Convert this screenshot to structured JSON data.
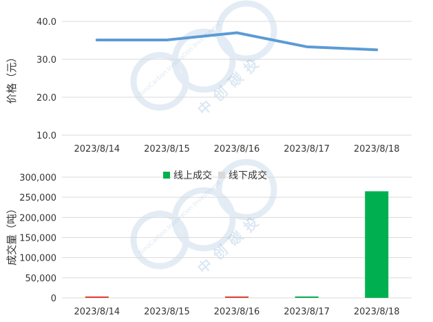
{
  "watermark": {
    "en": "SinoCarbon Innovation Investment",
    "cn": "中创碳投"
  },
  "chart_data": [
    {
      "type": "line",
      "categories": [
        "2023/8/14",
        "2023/8/15",
        "2023/8/16",
        "2023/8/17",
        "2023/8/18"
      ],
      "series": [
        {
          "values": [
            35.1,
            35.1,
            37.0,
            33.3,
            32.5
          ],
          "color": "#5b9bd5"
        }
      ],
      "ylabel": "价格（元）",
      "ylim": [
        10,
        40
      ],
      "yticks": [
        10,
        20,
        30,
        40
      ],
      "ytick_labels": [
        "10.0",
        "20.0",
        "30.0",
        "40.0"
      ],
      "grid": true
    },
    {
      "type": "bar",
      "categories": [
        "2023/8/14",
        "2023/8/15",
        "2023/8/16",
        "2023/8/17",
        "2023/8/18"
      ],
      "series": [
        {
          "name": "线上成交",
          "values": [
            1500,
            0,
            1200,
            1000,
            265000
          ],
          "color": "#00b050"
        },
        {
          "name": "线下成交",
          "values": [
            0,
            0,
            0,
            0,
            0
          ],
          "color": "#d9d9d9"
        }
      ],
      "small_bar_colors": [
        "#e03c31",
        "#e03c31",
        "#e03c31",
        "#00b050",
        "#00b050"
      ],
      "ylabel": "成交量（吨）",
      "ylim": [
        0,
        300000
      ],
      "yticks": [
        0,
        50000,
        100000,
        150000,
        200000,
        250000,
        300000
      ],
      "ytick_labels": [
        "0",
        "50,000",
        "100,000",
        "150,000",
        "200,000",
        "250,000",
        "300,000"
      ],
      "legend_position": "top",
      "grid": true
    }
  ]
}
